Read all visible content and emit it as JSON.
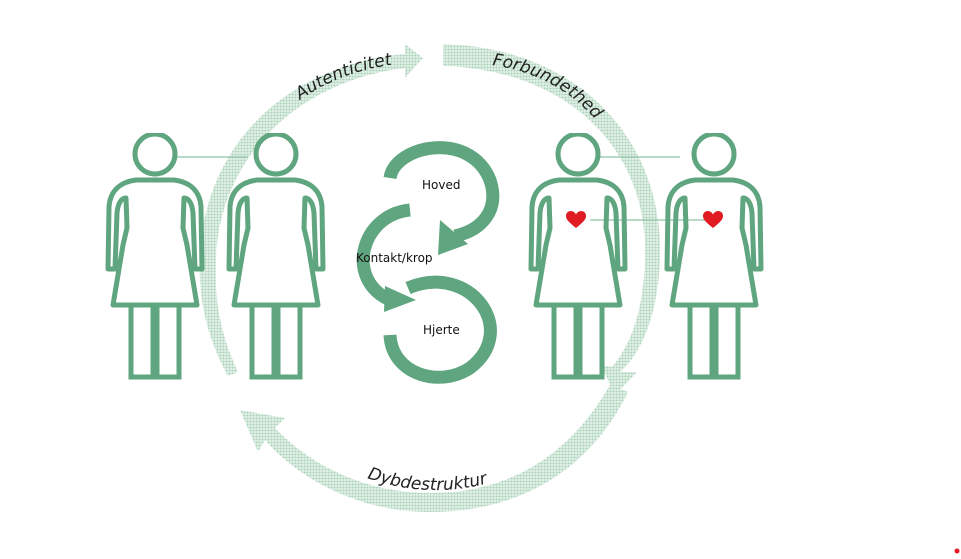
{
  "labels": {
    "top_left": "Autenticitet",
    "top_right": "Forbundethed",
    "bottom": "Dybdestruktur"
  },
  "loop": {
    "top": "Hoved",
    "middle": "Kontakt/krop",
    "bottom": "Hjerte"
  },
  "colors": {
    "figure_green": "#5fa57f",
    "ring_dot": "#bcdcc8",
    "heart": "#e01b24",
    "corner_dot": "#e01b24"
  },
  "icons": [
    "person-icon",
    "heart-icon",
    "arrow-ring",
    "loop-arrow"
  ]
}
